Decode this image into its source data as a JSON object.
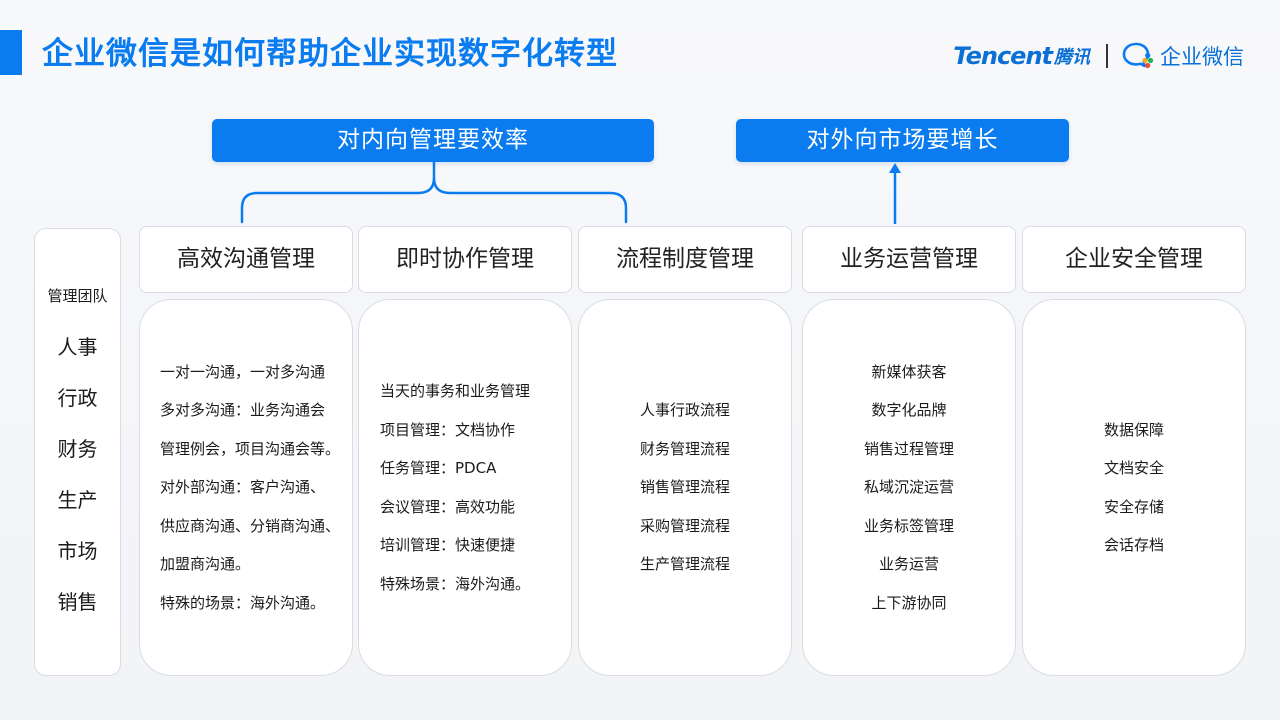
{
  "header": {
    "title": "企业微信是如何帮助企业实现数字化转型",
    "brand_tencent": "Tencent",
    "brand_tengxun": "腾讯",
    "brand_wecom": "企业微信"
  },
  "top_boxes": {
    "internal": "对内向管理要效率",
    "external": "对外向市场要增长"
  },
  "sidebar": {
    "title": "管理团队",
    "items": [
      "人事",
      "行政",
      "财务",
      "生产",
      "市场",
      "销售"
    ]
  },
  "columns": [
    {
      "header": "高效沟通管理",
      "items": [
        "一对一沟通，一对多沟通",
        "多对多沟通：业务沟通会",
        "管理例会，项目沟通会等。",
        "对外部沟通：客户沟通、",
        "供应商沟通、分销商沟通、",
        "加盟商沟通。",
        "特殊的场景：海外沟通。"
      ]
    },
    {
      "header": "即时协作管理",
      "items": [
        "当天的事务和业务管理",
        "项目管理：文档协作",
        "任务管理：PDCA",
        "会议管理：高效功能",
        "培训管理：快速便捷",
        "特殊场景：海外沟通。"
      ]
    },
    {
      "header": "流程制度管理",
      "items": [
        "人事行政流程",
        "财务管理流程",
        "销售管理流程",
        "采购管理流程",
        "生产管理流程"
      ]
    },
    {
      "header": "业务运营管理",
      "items": [
        "新媒体获客",
        "数字化品牌",
        "销售过程管理",
        "私域沉淀运营",
        "业务标签管理",
        "业务运营",
        "上下游协同"
      ]
    },
    {
      "header": "企业安全管理",
      "items": [
        "数据保障",
        "文档安全",
        "安全存储",
        "会话存档"
      ]
    }
  ],
  "colors": {
    "accent": "#0a7cf0",
    "brand": "#0a6fd6",
    "border": "#d9dde3"
  },
  "icons": {
    "wecom_logo": "wecom-logo-icon"
  }
}
